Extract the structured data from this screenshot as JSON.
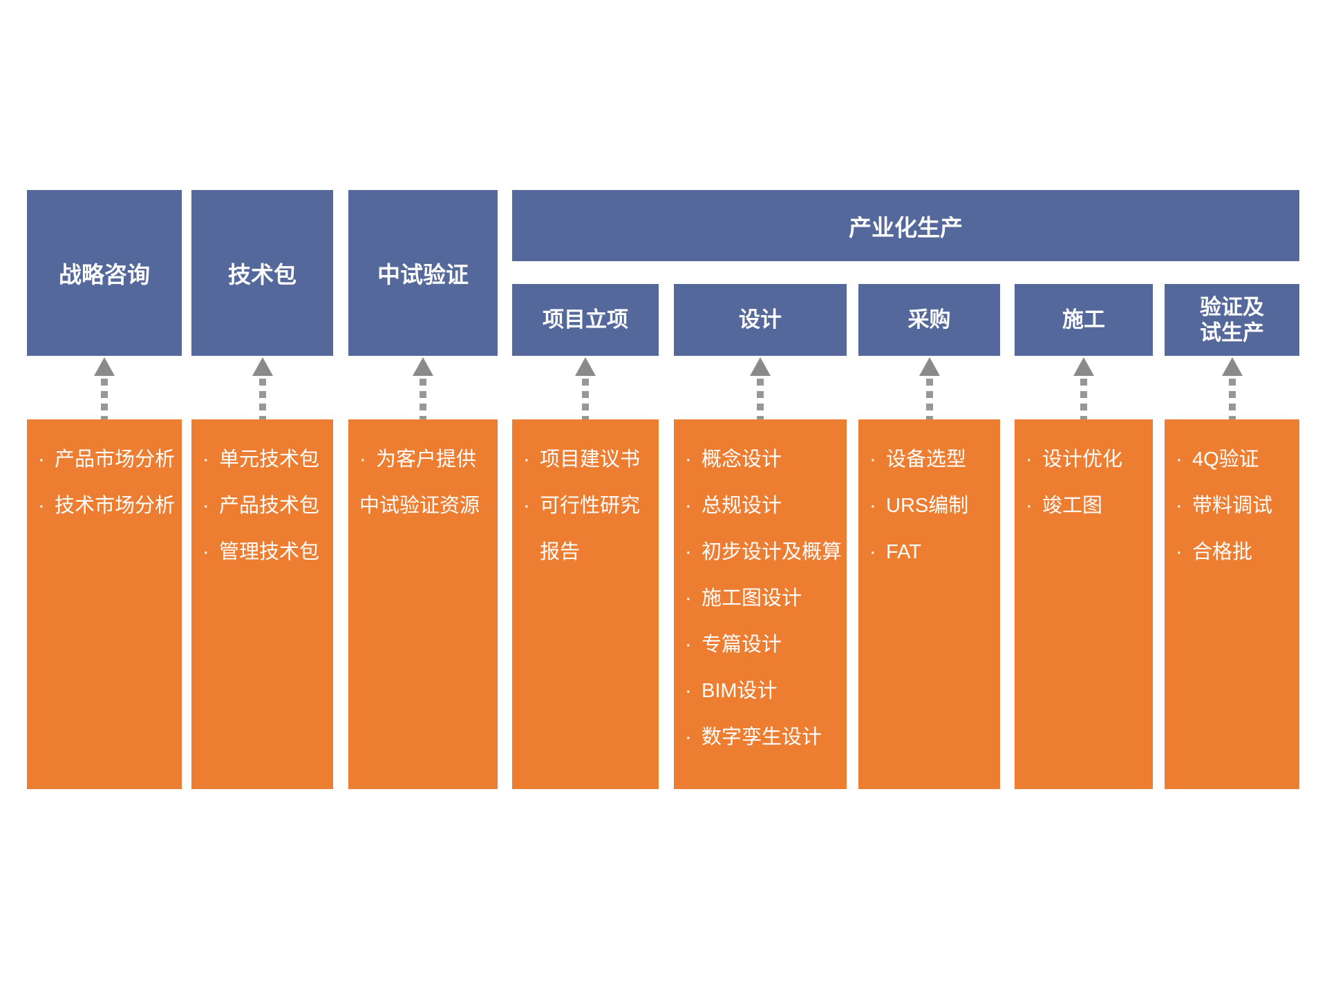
{
  "colors": {
    "header_blue": "#54689C",
    "detail_orange": "#ED7D31",
    "arrow_gray": "#8A8A8A",
    "text_white": "#FFFFFF"
  },
  "banner": {
    "label": "产业化生产"
  },
  "bullet_char": "·",
  "columns": [
    {
      "header": "战略咨询",
      "items": [
        {
          "bullet": "·",
          "text": "产品市场分析"
        },
        {
          "bullet": "·",
          "text": "技术市场分析"
        }
      ]
    },
    {
      "header": "技术包",
      "items": [
        {
          "bullet": "·",
          "text": "单元技术包"
        },
        {
          "bullet": "·",
          "text": "产品技术包"
        },
        {
          "bullet": "·",
          "text": "管理技术包"
        }
      ]
    },
    {
      "header": "中试验证",
      "items": [
        {
          "bullet": "·",
          "text": "为客户提供"
        },
        {
          "bullet": "",
          "text": "中试验证资源"
        }
      ]
    },
    {
      "header": "项目立项",
      "items": [
        {
          "bullet": "·",
          "text": "项目建议书"
        },
        {
          "bullet": "·",
          "text": "可行性研究"
        },
        {
          "bullet": "",
          "text": "报告"
        }
      ]
    },
    {
      "header": "设计",
      "items": [
        {
          "bullet": "·",
          "text": "概念设计"
        },
        {
          "bullet": "·",
          "text": "总规设计"
        },
        {
          "bullet": "·",
          "text": "初步设计及概算"
        },
        {
          "bullet": "·",
          "text": "施工图设计"
        },
        {
          "bullet": "·",
          "text": "专篇设计"
        },
        {
          "bullet": "·",
          "text": "BIM设计"
        },
        {
          "bullet": "·",
          "text": "数字孪生设计"
        }
      ]
    },
    {
      "header": "采购",
      "items": [
        {
          "bullet": "·",
          "text": "设备选型"
        },
        {
          "bullet": "·",
          "text": "URS编制"
        },
        {
          "bullet": "·",
          "text": "FAT"
        }
      ]
    },
    {
      "header": "施工",
      "items": [
        {
          "bullet": "·",
          "text": "设计优化"
        },
        {
          "bullet": "·",
          "text": "竣工图"
        }
      ]
    },
    {
      "header": "验证及\n试生产",
      "items": [
        {
          "bullet": "·",
          "text": "4Q验证"
        },
        {
          "bullet": "·",
          "text": "带料调试"
        },
        {
          "bullet": "·",
          "text": "合格批"
        }
      ]
    }
  ]
}
